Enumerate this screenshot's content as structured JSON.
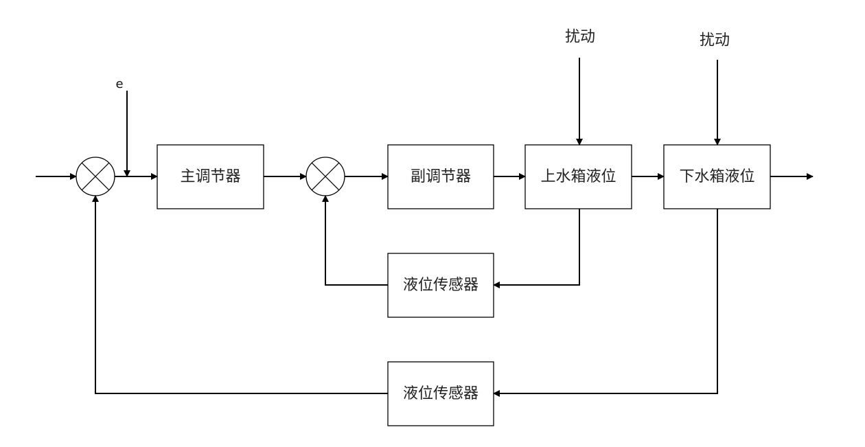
{
  "diagram": {
    "type": "block-diagram",
    "description": "Cascade liquid level control system",
    "signals": {
      "error_label": "e",
      "disturbance_1": "扰动",
      "disturbance_2": "扰动"
    },
    "blocks": {
      "main_controller": "主调节器",
      "secondary_controller": "副调节器",
      "upper_tank": "上水箱液位",
      "lower_tank": "下水箱液位",
      "inner_sensor": "液位传感器",
      "outer_sensor": "液位传感器"
    },
    "colors": {
      "line": "#000000",
      "background": "#ffffff"
    }
  }
}
